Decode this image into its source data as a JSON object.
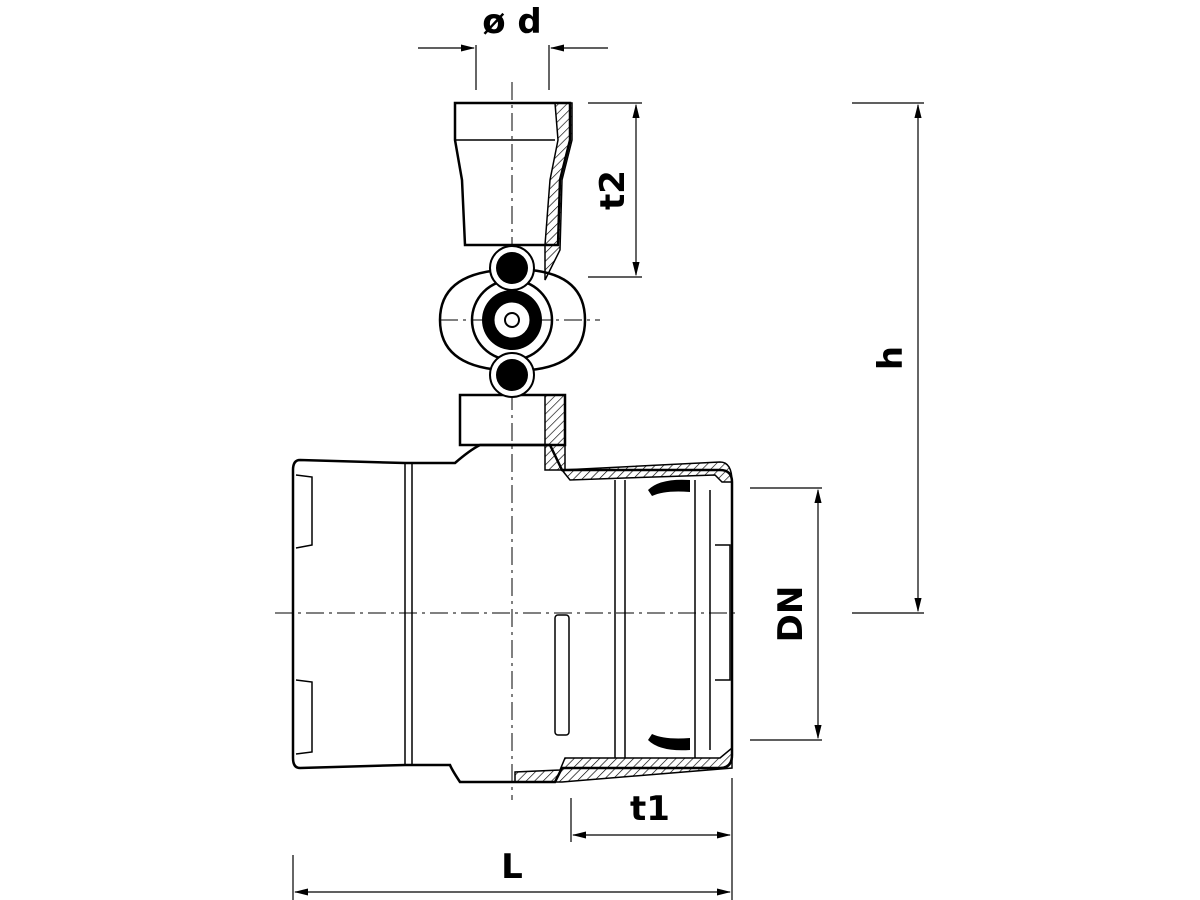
{
  "drawing": {
    "labels": {
      "outer_diameter": "ø d",
      "spigot_depth": "t2",
      "height": "h",
      "nominal_diameter": "DN",
      "socket_depth": "t1",
      "length": "L"
    }
  }
}
